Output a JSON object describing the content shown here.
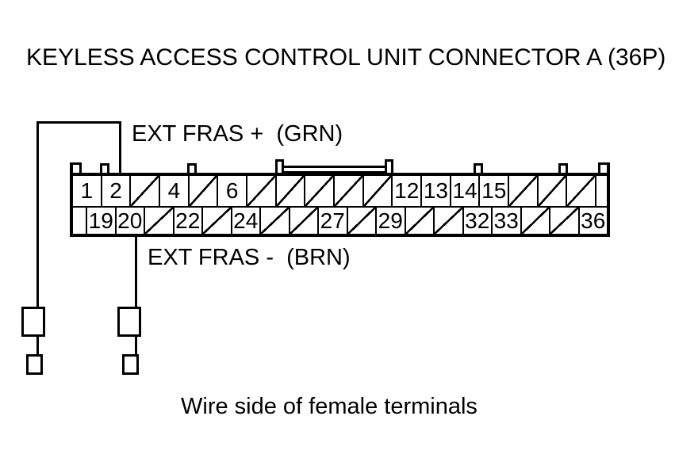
{
  "title": "KEYLESS ACCESS CONTROL UNIT CONNECTOR A (36P)",
  "caption": "Wire side of female terminals",
  "colors": {
    "line": "#000000",
    "background": "#ffffff"
  },
  "wires": [
    {
      "label": "EXT FRAS +  (GRN)",
      "signal": "EXT FRAS +",
      "wire_color": "GRN",
      "connects_to_pin": "2"
    },
    {
      "label": "EXT FRAS -  (BRN)",
      "signal": "EXT FRAS -",
      "wire_color": "BRN",
      "connects_to_pin": "20"
    }
  ],
  "connector": {
    "pin_count": "36P",
    "rows": [
      {
        "name": "top",
        "cells": [
          {
            "pin": "1"
          },
          {
            "pin": "2"
          },
          {
            "hatched": true
          },
          {
            "pin": "4"
          },
          {
            "hatched": true
          },
          {
            "pin": "6"
          },
          {
            "hatched": true
          },
          {
            "hatched": true
          },
          {
            "hatched": true
          },
          {
            "hatched": true
          },
          {
            "hatched": true
          },
          {
            "pin": "12"
          },
          {
            "pin": "13"
          },
          {
            "pin": "14"
          },
          {
            "pin": "15"
          },
          {
            "hatched": true
          },
          {
            "hatched": true
          },
          {
            "hatched": true
          }
        ]
      },
      {
        "name": "bottom",
        "cells": [
          {
            "pin": "19"
          },
          {
            "pin": "20"
          },
          {
            "hatched": true
          },
          {
            "pin": "22"
          },
          {
            "hatched": true
          },
          {
            "pin": "24"
          },
          {
            "hatched": true
          },
          {
            "hatched": true
          },
          {
            "pin": "27"
          },
          {
            "hatched": true
          },
          {
            "pin": "29"
          },
          {
            "hatched": true
          },
          {
            "hatched": true
          },
          {
            "pin": "32"
          },
          {
            "pin": "33"
          },
          {
            "hatched": true
          },
          {
            "hatched": true
          },
          {
            "pin": "36"
          }
        ]
      }
    ]
  }
}
